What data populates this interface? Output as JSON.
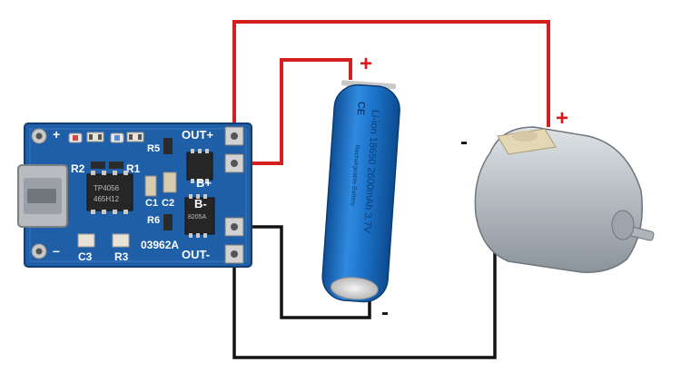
{
  "colors": {
    "wire_positive": "#d41f1f",
    "wire_negative": "#141414",
    "polarity_positive": "#e0161b",
    "polarity_negative": "#111111",
    "pcb": "#1f5fa8",
    "battery": "#1c73c9",
    "motor": "#b3bac0"
  },
  "module": {
    "pad_out_plus": "OUT+",
    "pad_b_plus": "B+",
    "pad_b_minus": "B-",
    "pad_out_minus": "OUT-",
    "plus_mark": "+",
    "minus_mark": "–",
    "label_r2": "R2",
    "label_r1": "R1",
    "label_r5": "R5",
    "label_c1": "C1",
    "label_c2": "C2",
    "label_r6": "R6",
    "label_c3": "C3",
    "label_r3": "R3",
    "board_code": "03962A",
    "chip_line_1": "TP4056",
    "chip_line_2": "465H12",
    "small_chip_text": "8205A"
  },
  "battery": {
    "text_line_1": "Li-ion 18650 2600mAh 3.7V",
    "text_line_2": "Rechargeable Battery",
    "ce_mark": "CE"
  },
  "markers": {
    "battery_plus": "+",
    "battery_minus": "-",
    "motor_plus": "+",
    "motor_minus": "-"
  }
}
